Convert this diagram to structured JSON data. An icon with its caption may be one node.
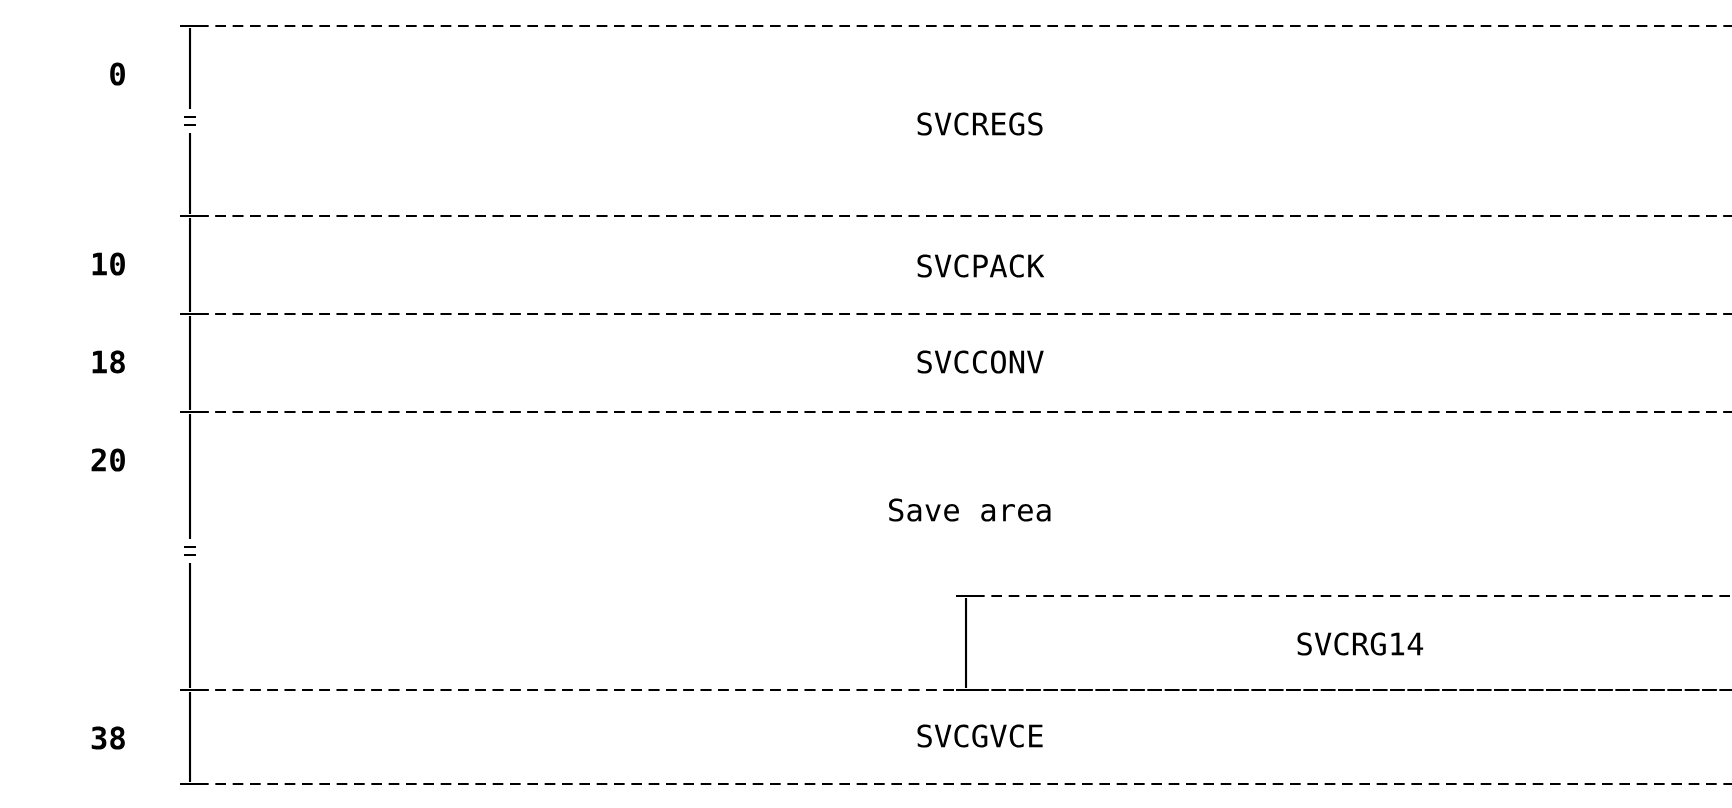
{
  "diagram": {
    "nodes": [
      {
        "text": [
          "SVCREGS"
        ],
        "beside": [
          "0"
        ]
      },
      {
        "text": [
          "SVCPACK"
        ],
        "beside": [
          "10"
        ]
      },
      {
        "text": [
          "SVCCONV"
        ],
        "beside": [
          "18"
        ]
      },
      {
        "text": [
          "Save area"
        ],
        "beside": [
          "20"
        ]
      },
      {
        "text": [
          "SVCRG14"
        ],
        "in": 3
      },
      {
        "text": [
          "SVCGVCE"
        ],
        "beside": [
          "38"
        ]
      }
    ]
  }
}
